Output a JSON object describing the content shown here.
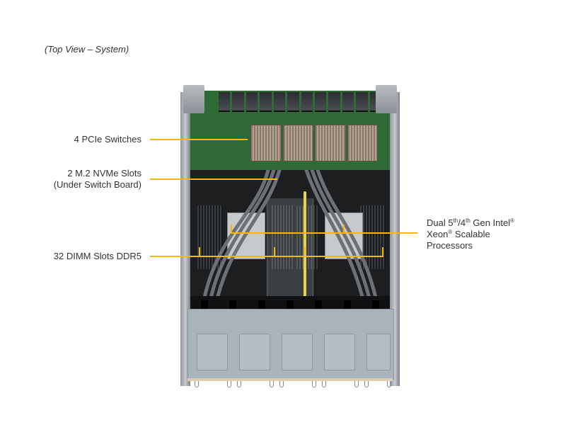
{
  "caption": "(Top View – System)",
  "callouts": {
    "pcie_switches": "4 PCIe Switches",
    "m2_line1": "2 M.2 NVMe Slots",
    "m2_line2": "(Under Switch Board)",
    "dimm_slots": "32 DIMM Slots DDR5",
    "cpu_dual": "Dual 5",
    "cpu_sup1": "th",
    "cpu_mid": "/4",
    "cpu_sup2": "th",
    "cpu_gen": " Gen Intel",
    "cpu_reg1": "®",
    "cpu_xeon": "Xeon",
    "cpu_reg2": "®",
    "cpu_scalable": " Scalable",
    "cpu_processors": "Processors"
  },
  "colors": {
    "leader_line": "#f5b800",
    "label_text": "#333333",
    "chassis_metal": "#a9b3bc",
    "pcb_green": "#2e6a36"
  }
}
